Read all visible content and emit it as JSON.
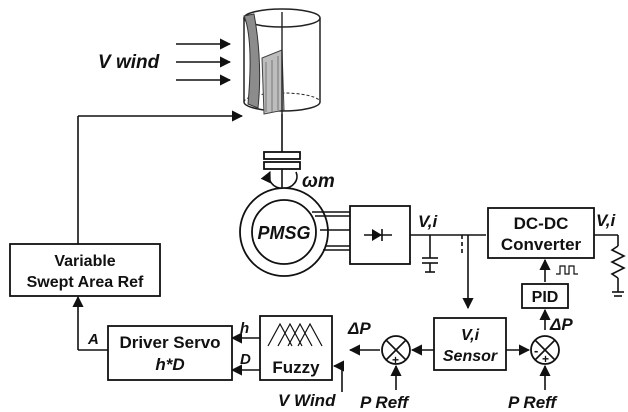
{
  "labels": {
    "v_wind_top": "V wind",
    "omega_m": "ωm",
    "pmsg": "PMSG",
    "vi_gen": "V,i",
    "dcdc_line1": "DC-DC",
    "dcdc_line2": "Converter",
    "vi_out": "V,i",
    "pid": "PID",
    "delta_p_right": "ΔP",
    "sensor_line1": "V,i",
    "sensor_line2": "Sensor",
    "delta_p_left": "ΔP",
    "fuzzy": "Fuzzy",
    "h": "h",
    "d": "D",
    "a": "A",
    "servo_line1": "Driver Servo",
    "servo_line2": "h*D",
    "swept_line1": "Variable",
    "swept_line2": "Swept Area Ref",
    "v_wind_bottom": "V Wind",
    "p_reff_left": "P Reff",
    "p_reff_right": "P Reff",
    "minus": "-",
    "plus": "+"
  },
  "colors": {
    "stroke": "#111111",
    "turbine_shade": "#9a9a9a",
    "background": "#ffffff"
  }
}
